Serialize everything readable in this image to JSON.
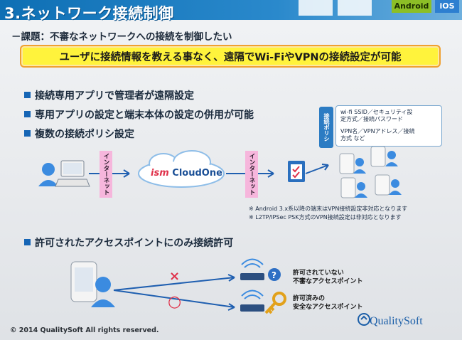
{
  "header": {
    "title": "3.ネットワーク接続制御",
    "subtitle": "－課題：不審なネットワークへの接続を制御したい",
    "tags": {
      "android": "Android",
      "ios": "iOS"
    }
  },
  "banner": "ユーザに接続情報を教える事なく、遠隔でWi-FiやVPNの接続設定が可能",
  "bullets": [
    "接続専用アプリで管理者が遠隔設定",
    "専用アプリの設定と端末本体の設定の併用が可能",
    "複数の接続ポリシ設定"
  ],
  "flow": {
    "internet_left": "インターネット",
    "cloud": "CloudOne",
    "cloud_prefix": "ism",
    "internet_right": "インターネット",
    "policy_label": "接続ポリシ",
    "policy_lines": [
      "wi-fi  SSID／セキュリティ設",
      "定方式／接続パスワード",
      "VPN名／VPNアドレス／接続",
      "方式  など"
    ]
  },
  "notes": [
    "※ Android 3.x系以降の端末はVPN接続設定非対応となります",
    "※ L2TP/IPSec PSK方式のVPN接続設定は非対応となります"
  ],
  "access": {
    "heading": "許可されたアクセスポイントにのみ接続許可",
    "deny_mark": "×",
    "allow_mark": "○",
    "deny_label": [
      "許可されていない",
      "不審なアクセスポイント"
    ],
    "allow_label": [
      "許可済みの",
      "安全なアクセスポイント"
    ]
  },
  "footer": {
    "copyright": "© 2014 QualitySoft  All rights reserved.",
    "logo": "QualitySoft"
  },
  "colors": {
    "header_blue": "#1a7cc1",
    "banner_yellow": "#fff33c",
    "deny_red": "#e0314a",
    "allow_red": "#e0314a",
    "arrow_blue": "#1f5fb0"
  }
}
